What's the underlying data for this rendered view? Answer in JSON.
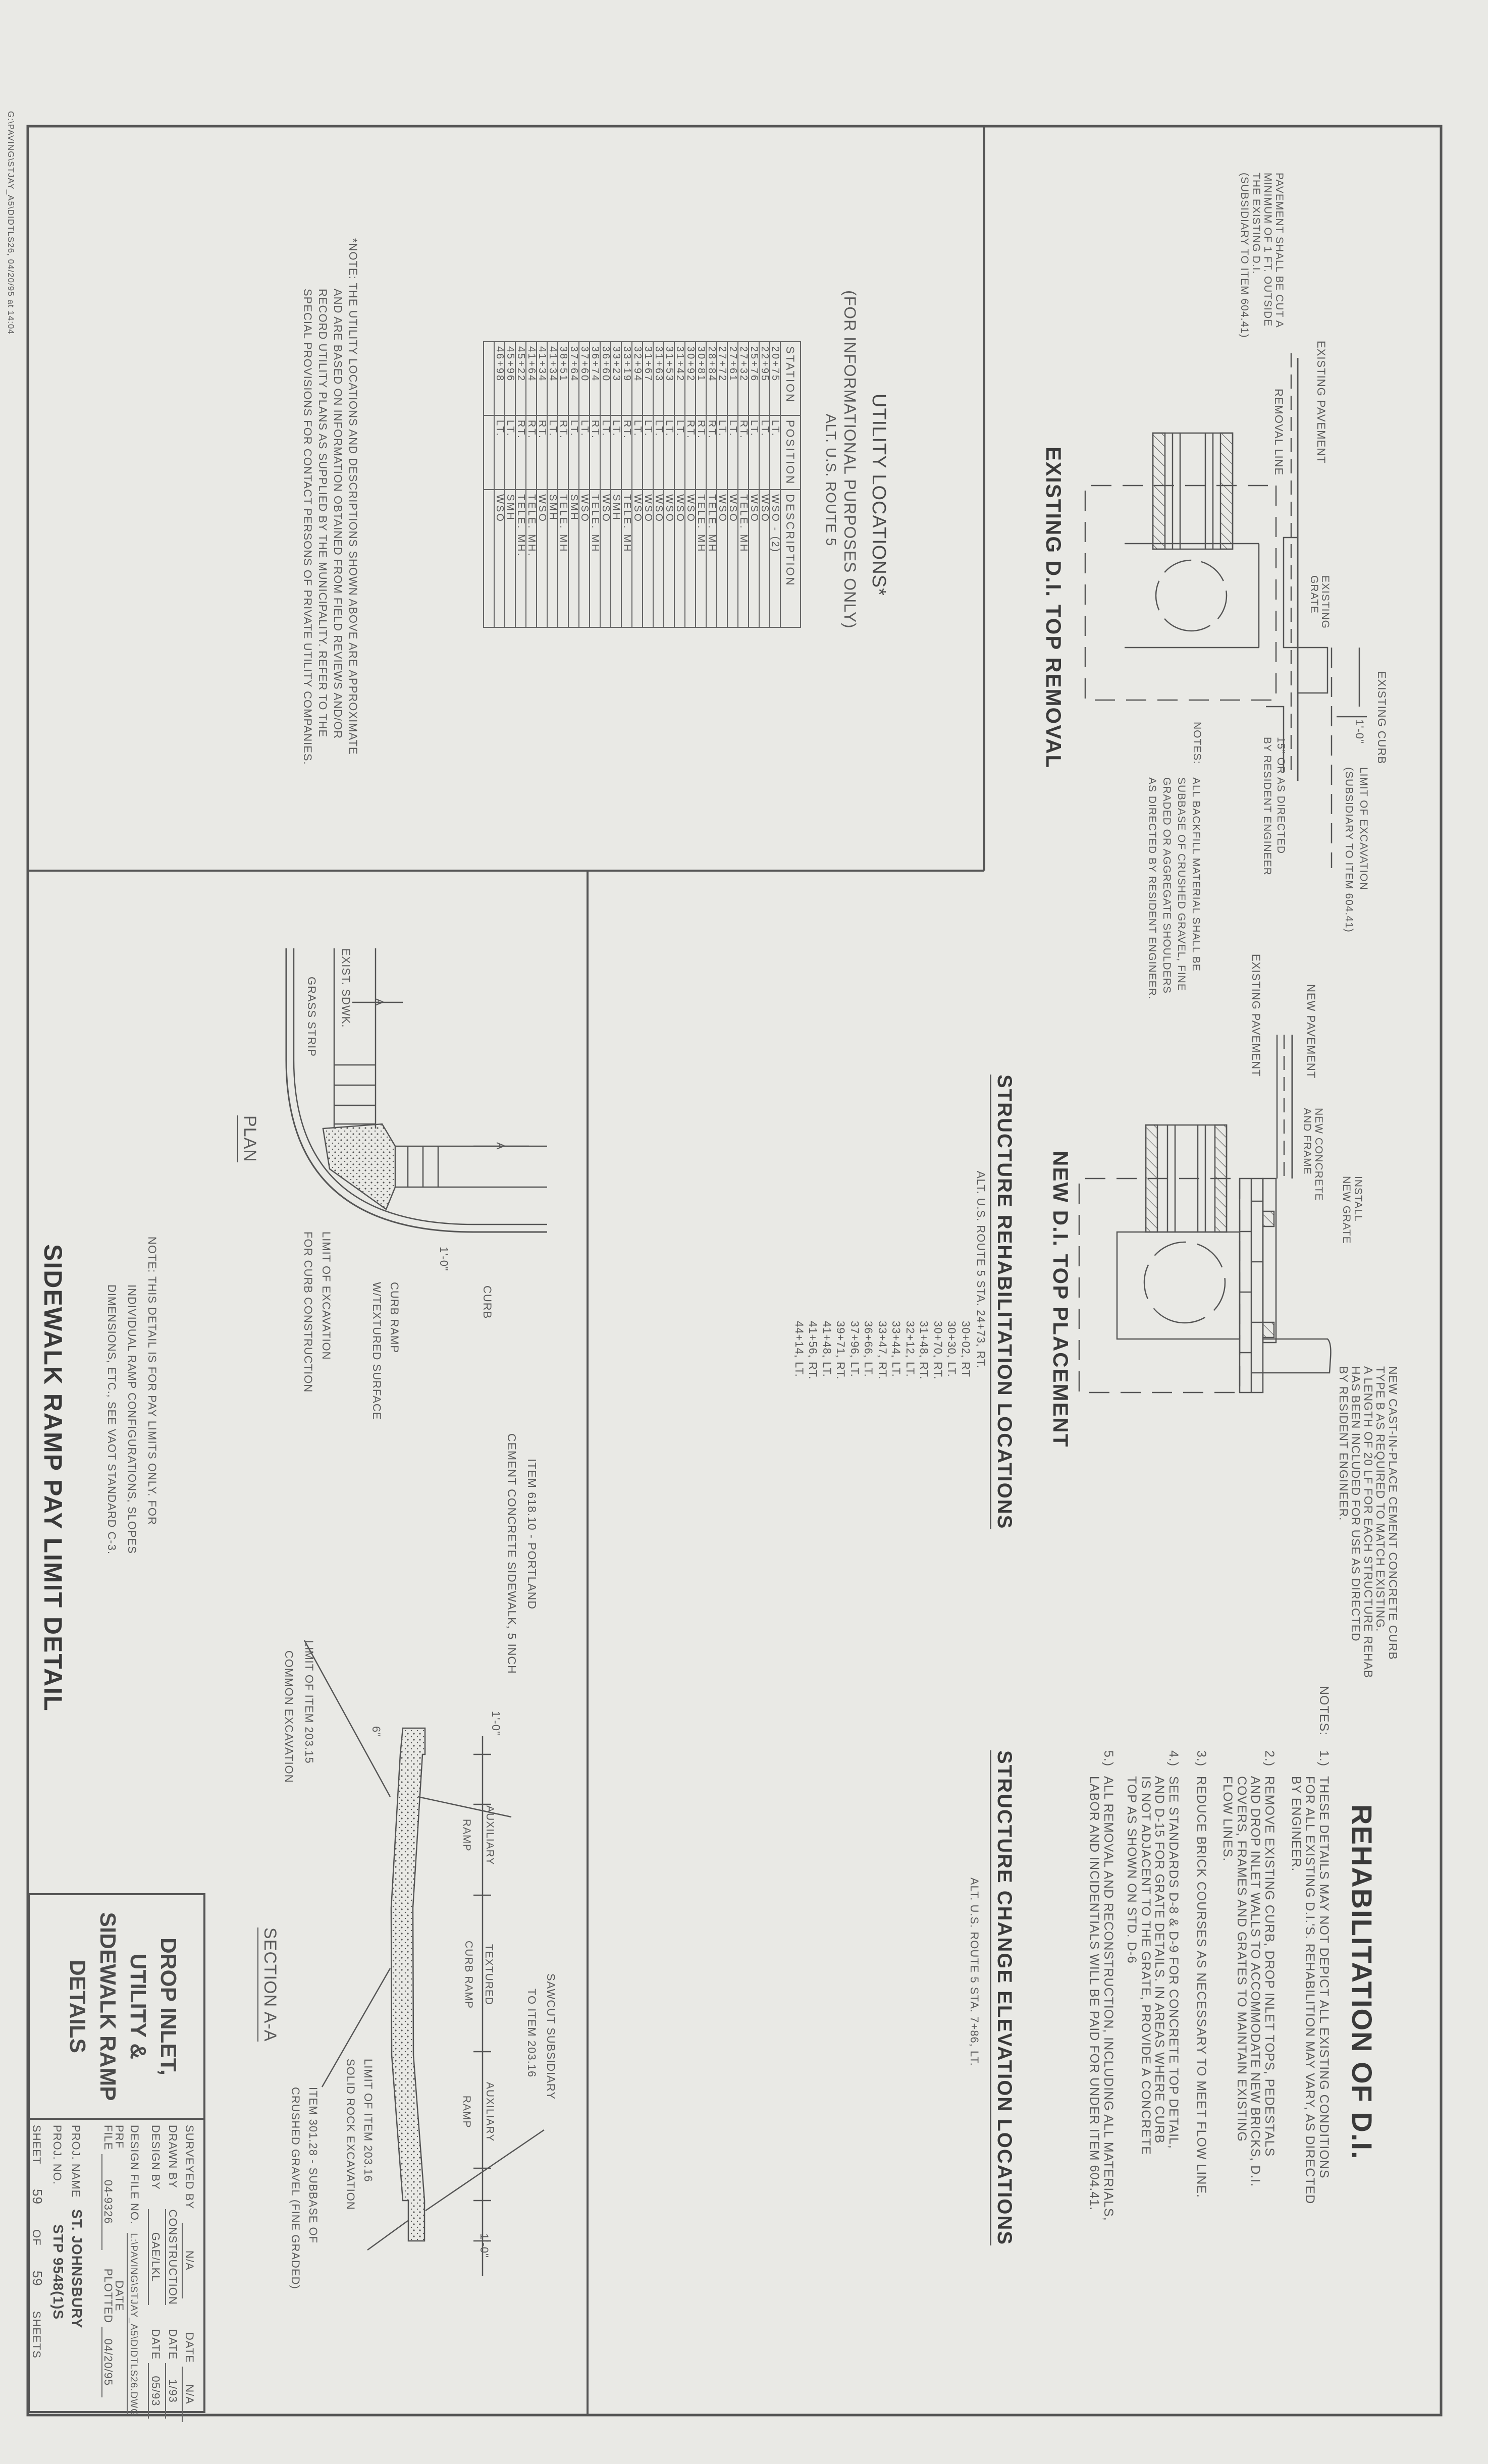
{
  "margin_stamp": "G:\\PAVING\\STJAY_A5\\DIDTLS26, 04/20/95 at 14:04",
  "existing_di": {
    "title": "EXISTING D.I. TOP REMOVAL",
    "cut_note": [
      "PAVEMENT SHALL BE CUT A",
      "MINIMUM OF 1 FT. OUTSIDE",
      "THE EXISTING D.I.",
      "(SUBSIDIARY TO ITEM 604.41)"
    ],
    "existing_pavement": "EXISTING PAVEMENT",
    "removal_line": "REMOVAL LINE",
    "existing_grate": [
      "EXISTING",
      "GRATE"
    ],
    "existing_curb": "EXISTING CURB",
    "dim_1ft": "1'-0\"",
    "limit_excavation": [
      "LIMIT OF EXCAVATION",
      "(SUBSIDIARY TO ITEM 604.41)"
    ],
    "depth_note": [
      "15\" OR AS DIRECTED",
      "BY RESIDENT ENGINEER"
    ],
    "notes_label": "NOTES:",
    "notes": [
      "ALL BACKFILL MATERIAL SHALL BE",
      "SUBBASE OF CRUSHED GRAVEL, FINE",
      "GRADED OR AGGREGATE SHOULDERS",
      "AS DIRECTED BY RESIDENT ENGINEER."
    ]
  },
  "new_di": {
    "title": "NEW D.I. TOP PLACEMENT",
    "new_pavement": "NEW PAVEMENT",
    "existing_pavement": "EXISTING PAVEMENT",
    "new_concrete": [
      "NEW CONCRETE",
      "AND FRAME"
    ],
    "install_grate": [
      "INSTALL",
      "NEW GRATE"
    ],
    "curb_note": [
      "NEW CAST-IN-PLACE CEMENT CONCRETE CURB",
      "TYPE B AS REQUIRED TO MATCH EXISTING.",
      "A LENGTH OF 20 LF FOR EACH STRUCTURE REHAB",
      "HAS BEEN INCLUDED FOR USE AS DIRECTED",
      "BY RESIDENT ENGINEER."
    ]
  },
  "rehab": {
    "title": "REHABILITATION OF D.I.",
    "notes_label": "NOTES:",
    "notes": [
      {
        "num": "1.)",
        "lines": [
          "THESE DETAILS MAY NOT DEPICT ALL EXISTING CONDITIONS",
          "FOR ALL EXISTING D.I.'S. REHABILITION MAY VARY, AS DIRECTED",
          "BY ENGINEER."
        ]
      },
      {
        "num": "2.)",
        "lines": [
          "REMOVE EXISTING CURB, DROP INLET TOPS, PEDESTALS",
          "AND DROP INLET WALLS TO ACCOMMODATE NEW BRICKS, D.I.",
          "COVERS, FRAMES AND GRATES TO MAINTAIN EXISTING",
          "FLOW LINES."
        ]
      },
      {
        "num": "3.)",
        "lines": [
          "REDUCE BRICK COURSES AS NECESSARY TO MEET FLOW LINE."
        ]
      },
      {
        "num": "4.)",
        "lines": [
          "SEE STANDARDS D-8 & D-9 FOR CONCRETE TOP DETAIL,",
          "AND D-15 FOR GRATE DETAILS.  IN AREAS WHERE CURB",
          "IS NOT ADJACENT TO THE GRATE, PROVIDE A CONCRETE",
          "TOP AS SHOWN ON STD. D-6"
        ]
      },
      {
        "num": "5.)",
        "lines": [
          "ALL REMOVAL AND RECONSTRUCTION, INCLUDING ALL MATERIALS,",
          "LABOR AND INCIDENTIALS WILL BE PAID FOR UNDER ITEM 604.41."
        ]
      }
    ]
  },
  "structure_rehab": {
    "title": "STRUCTURE REHABILITATION LOCATIONS",
    "subtitle": "ALT. U.S. ROUTE 5  STA. 24+73, RT.",
    "locations": [
      "30+02, RT",
      "30+30, LT.",
      "30+70, RT.",
      "31+48, RT.",
      "32+12, LT.",
      "33+44, LT.",
      "33+47, RT.",
      "36+66, LT.",
      "37+96, LT.",
      "39+71, RT.",
      "41+48, LT.",
      "41+56, RT.",
      "44+14, LT."
    ]
  },
  "structure_change": {
    "title": "STRUCTURE CHANGE ELEVATION LOCATIONS",
    "subtitle": "ALT. U.S. ROUTE 5  STA. 7+86, LT."
  },
  "utility": {
    "title": "UTILITY LOCATIONS*",
    "subtitle": "(FOR INFORMATIONAL PURPOSES ONLY)",
    "route": "ALT. U.S. ROUTE 5",
    "columns": [
      "STATION",
      "POSITION",
      "DESCRIPTION"
    ],
    "rows": [
      [
        "20+75",
        "LT.",
        "WSO - (2)"
      ],
      [
        "22+95",
        "LT.",
        "WSO"
      ],
      [
        "25+76",
        "LT.",
        "WSO"
      ],
      [
        "27+32",
        "RT.",
        "TELE. MH"
      ],
      [
        "27+61",
        "LT.",
        "WSO"
      ],
      [
        "27+72",
        "LT.",
        "WSO"
      ],
      [
        "28+84",
        "RT.",
        "TELE. MH"
      ],
      [
        "30+81",
        "RT.",
        "TELE. MH"
      ],
      [
        "30+92",
        "RT.",
        "WSO"
      ],
      [
        "31+42",
        "LT.",
        "WSO"
      ],
      [
        "31+53",
        "LT.",
        "WSO"
      ],
      [
        "31+63",
        "LT.",
        "WSO"
      ],
      [
        "31+67",
        "LT.",
        "WSO"
      ],
      [
        "32+94",
        "LT.",
        "WSO"
      ],
      [
        "33+19",
        "RT.",
        "TELE. MH"
      ],
      [
        "33+23",
        "LT.",
        "SMH"
      ],
      [
        "36+60",
        "LT.",
        "WSO"
      ],
      [
        "36+74",
        "RT.",
        "TELE. MH"
      ],
      [
        "37+60",
        "LT.",
        "WSO"
      ],
      [
        "37+64",
        "LT.",
        "SMH"
      ],
      [
        "38+51",
        "RT.",
        "TELE. MH"
      ],
      [
        "41+34",
        "LT.",
        "SMH"
      ],
      [
        "41+34",
        "RT.",
        "WSO"
      ],
      [
        "41+64",
        "RT.",
        "TELE. MH."
      ],
      [
        "45+22",
        "RT.",
        "TELE. MH."
      ],
      [
        "45+96",
        "LT.",
        "SMH"
      ],
      [
        "46+98",
        "LT.",
        "WSO"
      ]
    ],
    "note": [
      "*NOTE:  THE UTILITY LOCATIONS AND DESCRIPTIONS SHOWN ABOVE ARE APPROXIMATE",
      "AND ARE BASED ON INFORMATION OBTAINED FROM FIELD REVIEWS AND/OR",
      "RECORD UTILITY PLANS AS SUPPLIED BY THE MUNICIPALITY.  REFER TO THE",
      "SPECIAL PROVISIONS FOR CONTACT PERSONS OF PRIVATE UTILITY COMPANIES."
    ]
  },
  "sidewalk": {
    "title": "SIDEWALK RAMP PAY LIMIT DETAIL",
    "plan_label": "PLAN",
    "plan": {
      "exist_sdwk": "EXIST. SDWK.",
      "grass_strip": "GRASS STRIP",
      "section_mark": "A",
      "curb": "CURB",
      "curb_ramp": [
        "CURB RAMP",
        "W/TEXTURED SURFACE"
      ],
      "limit_excavation": [
        "LIMIT OF EXCAVATION",
        "FOR CURB CONSTRUCTION"
      ],
      "dim_1ft": "1'-0\""
    },
    "note": [
      "NOTE:  THIS DETAIL IS FOR PAY LIMITS ONLY.  FOR",
      "INDIVIDUAL RAMP CONFIGURATIONS, SLOPES",
      "DIMENSIONS, ETC., SEE VAOT STANDARD C-3."
    ],
    "section": {
      "title": "SECTION A-A",
      "item_618": [
        "ITEM 618.10 - PORTLAND",
        "CEMENT CONCRETE SIDEWALK, 5 INCH"
      ],
      "limit_203_15": [
        "LIMIT OF ITEM 203.15",
        "COMMON EXCAVATION"
      ],
      "sawcut": [
        "SAWCUT SUBSIDIARY",
        "TO ITEM 203.16"
      ],
      "limit_203_16": [
        "LIMIT OF ITEM 203.16",
        "SOLID ROCK EXCAVATION"
      ],
      "item_301": [
        "ITEM 301.28 - SUBBASE OF",
        "CRUSHED GRAVEL (FINE GRADED)"
      ],
      "aux_ramp": [
        "AUXILIARY",
        "RAMP"
      ],
      "textured": [
        "TEXTURED",
        "CURB RAMP"
      ],
      "dim_1ft": "1'-0\"",
      "dim_6in": "6\""
    }
  },
  "title_block": {
    "title_lines": [
      "DROP INLET,",
      "UTILITY &",
      "SIDEWALK RAMP",
      "DETAILS"
    ],
    "surveyed_by_label": "SURVEYED BY",
    "surveyed_by": "N/A",
    "surveyed_date": "N/A",
    "drawn_by_label": "DRAWN BY",
    "drawn_by": "CONSTRUCTION",
    "drawn_date": "1/93",
    "design_by_label": "DESIGN BY",
    "design_by": "GAE/LKL",
    "design_date": "05/93",
    "date_label": "DATE",
    "design_file_label": "DESIGN FILE NO.",
    "design_file": "L:\\PAVING\\STJAY_A5\\DIDTLS26.DWG",
    "prf_label": "PRF",
    "file_label": "FILE",
    "prf_file": "04-9326",
    "date_plotted_label": [
      "DATE",
      "PLOTTED"
    ],
    "date_plotted": "04/20/95",
    "proj_name_label": "PROJ.  NAME",
    "proj_name": "ST. JOHNSBURY",
    "proj_no_label": "PROJ.  NO.",
    "proj_no": "STP 9548(1)S",
    "sheet_label": "SHEET",
    "sheet": "59",
    "of_label": "OF",
    "sheet_total": "59",
    "sheets_label": "SHEETS"
  }
}
